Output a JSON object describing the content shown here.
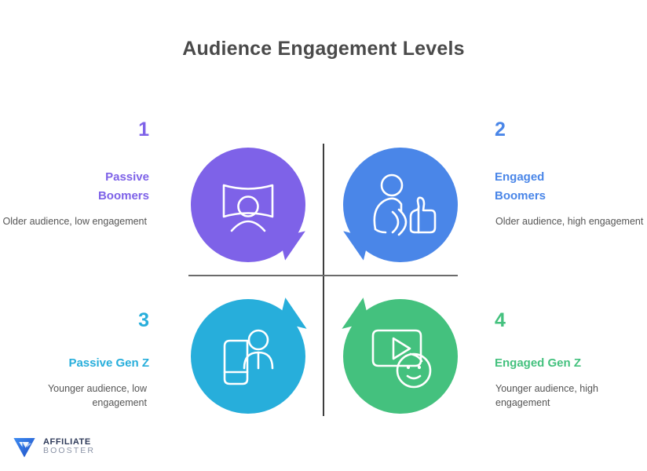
{
  "page": {
    "title": "Audience Engagement Levels",
    "background": "#ffffff"
  },
  "colors": {
    "title_text": "#4a4a4a",
    "quadrant_1": "#7E62E8",
    "quadrant_2": "#4A86E8",
    "quadrant_3": "#27AEDB",
    "quadrant_4": "#44C17E",
    "description_text": "#555555",
    "divider": "#3d3d3d"
  },
  "quadrants": [
    {
      "number": "1",
      "label": "Passive\nBoomers",
      "label_line1": "Passive",
      "label_line2": "Boomers",
      "description": "Older audience, low engagement",
      "color": "#7E62E8",
      "icon": "audience-screen-icon",
      "align": "right"
    },
    {
      "number": "2",
      "label": "Engaged\nBoomers",
      "label_line1": "Engaged",
      "label_line2": "Boomers",
      "description": "Older audience, high engagement",
      "color": "#4A86E8",
      "icon": "person-thumbs-up-phone-icon",
      "align": "left"
    },
    {
      "number": "3",
      "label": "Passive Gen Z",
      "label_line1": "Passive Gen Z",
      "label_line2": "",
      "description": "Younger audience, low engagement",
      "color": "#27AEDB",
      "icon": "person-mobile-phone-icon",
      "align": "right"
    },
    {
      "number": "4",
      "label": "Engaged Gen Z",
      "label_line1": "Engaged Gen Z",
      "label_line2": "",
      "description": "Younger audience, high engagement",
      "color": "#44C17E",
      "icon": "video-play-smiley-icon",
      "align": "left"
    }
  ],
  "logo": {
    "line1": "AFFILIATE",
    "line2": "BOOSTER",
    "mark_color": "#2f6fe0"
  }
}
